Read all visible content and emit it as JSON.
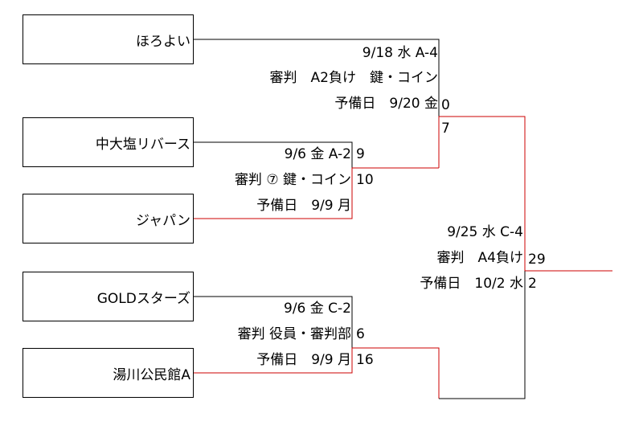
{
  "teams": [
    {
      "name": "ほろよい"
    },
    {
      "name": "中大塩リバース"
    },
    {
      "name": "ジャパン"
    },
    {
      "name": "GOLDスターズ"
    },
    {
      "name": "湯川公民館A"
    }
  ],
  "matches": {
    "m1": {
      "date_line": "9/6 金 A-2",
      "referee_line": "審判 ⑦ 鍵・コイン",
      "reserve_line": "予備日　9/9 月",
      "score_top": "9",
      "score_bottom": "10"
    },
    "m2": {
      "date_line": "9/6 金 C-2",
      "referee_line": "審判 役員・審判部",
      "reserve_line": "予備日　9/9 月",
      "score_top": "6",
      "score_bottom": "16"
    },
    "m3": {
      "date_line": "9/18 水 A-4",
      "referee_line": "審判　A2負け　鍵・コイン",
      "reserve_line": "予備日　9/20 金",
      "score_top": "0",
      "score_bottom": "7"
    },
    "m4": {
      "date_line": "9/25 水 C-4",
      "referee_line": "審判　A4負け",
      "reserve_line": "予備日　10/2 水",
      "score_top": "29",
      "score_bottom": "2"
    }
  },
  "colors": {
    "line": "#000000",
    "winner_line": "#cc0000",
    "border": "#000000"
  }
}
